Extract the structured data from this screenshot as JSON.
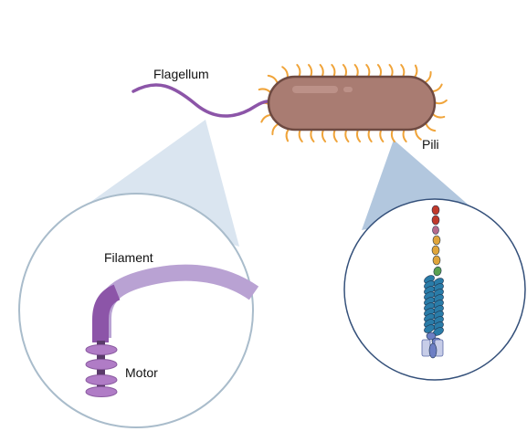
{
  "labels": {
    "flagellum": "Flagellum",
    "pili": "Pili",
    "filament": "Filament",
    "motor": "Motor"
  },
  "colors": {
    "cell_body": "#a97c72",
    "cell_outline": "#6e4a42",
    "pili_spikes": "#f0a43a",
    "flagellum": "#8c55a8",
    "filament_light": "#b9a2d3",
    "motor_disc": "#b07cc6",
    "motor_shaft": "#5a3a6a",
    "magnifier_left": "#d8e4ef",
    "magnifier_right": "#aec4dc",
    "circle_left_stroke": "#a9bccb",
    "circle_right_stroke": "#34507a",
    "pilus_red": "#c0392b",
    "pilus_pink": "#b56a8c",
    "pilus_yellow": "#e0a53a",
    "pilus_green": "#5aa050",
    "pilus_teal": "#2a7ca8",
    "pilus_blue": "#6d7fc4"
  }
}
